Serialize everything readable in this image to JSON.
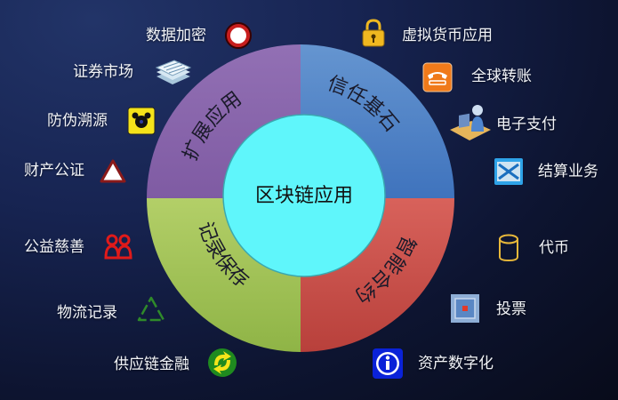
{
  "diagram": {
    "center_title": "区块链应用",
    "center_color": "#5ff6fb",
    "segments": [
      {
        "label": "信任基石",
        "color": "#4b81c9",
        "position": "top-right"
      },
      {
        "label": "智能合约",
        "color": "#cc4d45",
        "position": "bottom-right"
      },
      {
        "label": "记录保存",
        "color": "#9dbf50",
        "position": "bottom-left"
      },
      {
        "label": "扩展应用",
        "color": "#8b66ad",
        "position": "top-left"
      }
    ]
  },
  "left_items": [
    {
      "label": "数据加密",
      "icon": "no-entry-circle-icon"
    },
    {
      "label": "证券市场",
      "icon": "stacked-papers-icon"
    },
    {
      "label": "防伪溯源",
      "icon": "biohazard-icon"
    },
    {
      "label": "财产公证",
      "icon": "warning-triangle-icon"
    },
    {
      "label": "公益慈善",
      "icon": "people-group-icon"
    },
    {
      "label": "物流记录",
      "icon": "recycle-icon"
    },
    {
      "label": "供应链金融",
      "icon": "refresh-arrows-icon"
    }
  ],
  "right_items": [
    {
      "label": "虚拟货币应用",
      "icon": "padlock-icon"
    },
    {
      "label": "全球转账",
      "icon": "telephone-icon"
    },
    {
      "label": "电子支付",
      "icon": "computer-user-icon"
    },
    {
      "label": "结算业务",
      "icon": "envelope-icon"
    },
    {
      "label": "代币",
      "icon": "cylinder-icon"
    },
    {
      "label": "投票",
      "icon": "ballot-box-icon"
    },
    {
      "label": "资产数字化",
      "icon": "info-icon"
    }
  ]
}
